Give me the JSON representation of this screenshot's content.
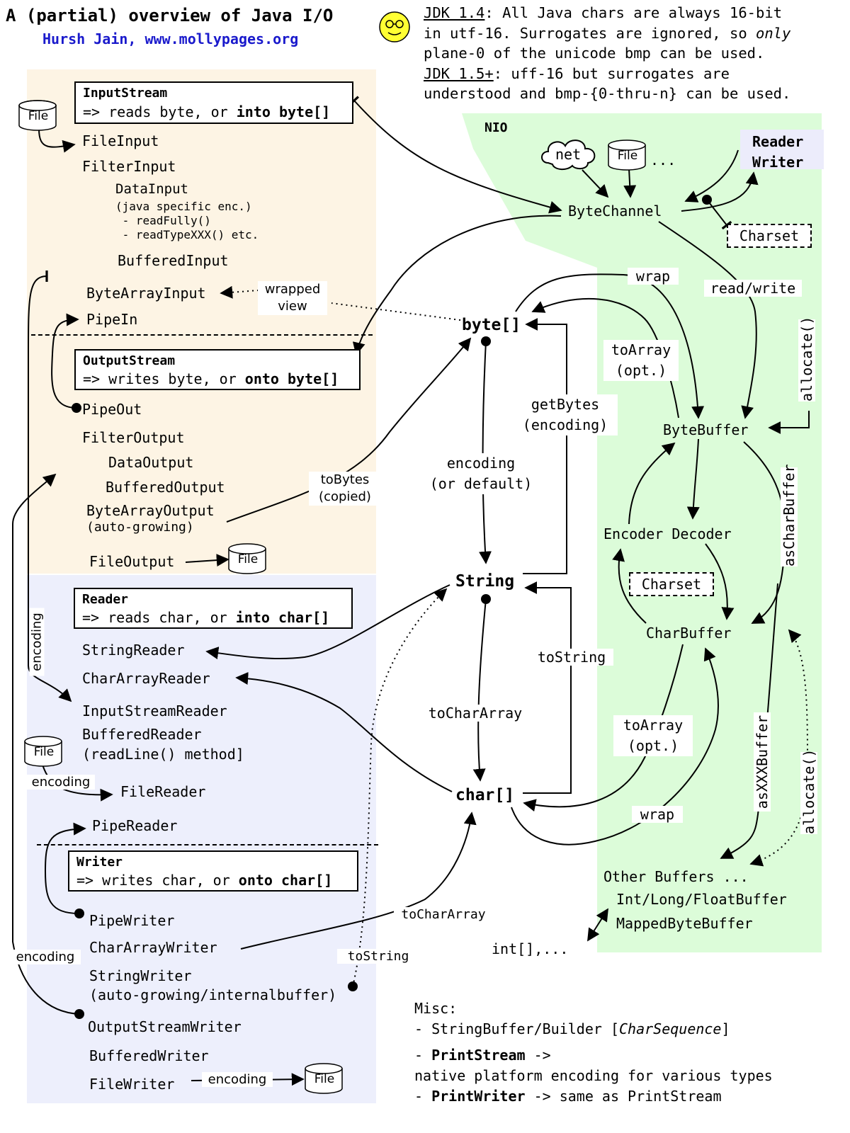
{
  "header": {
    "title": "A (partial) overview of Java I/O",
    "author": "Hursh Jain, www.mollypages.org",
    "note_jdk14_label": "JDK 1.4",
    "note_jdk14_a": ": All Java chars are always 16-bit",
    "note_jdk14_b": "in utf-16. Surrogates are ignored, so ",
    "note_jdk14_only": "only",
    "note_jdk14_c": "plane-0 of the unicode bmp can be used.",
    "note_jdk15_label": "JDK 1.5+",
    "note_jdk15_a": ": uff-16 but surrogates are",
    "note_jdk15_b": "understood and bmp-{0-thru-n} can be used."
  },
  "input_stream": {
    "box_title": "InputStream",
    "box_desc_a": "=> reads byte, or ",
    "box_desc_b": "into byte[]",
    "file_input": "FileInput",
    "filter_input": "FilterInput",
    "data_input": "DataInput",
    "data_input_note1": "(java specific enc.)",
    "data_input_note2": " - readFully()",
    "data_input_note3": " - readTypeXXX() etc.",
    "buffered_input": "BufferedInput",
    "byte_array_input": "ByteArrayInput",
    "wrapped_view": [
      "wrapped",
      "view"
    ],
    "pipe_in": "PipeIn"
  },
  "output_stream": {
    "box_title": "OutputStream",
    "box_desc_a": "=> writes byte, or ",
    "box_desc_b": "onto byte[]",
    "pipe_out": "PipeOut",
    "filter_output": "FilterOutput",
    "data_output": "DataOutput",
    "buffered_output": "BufferedOutput",
    "byte_array_output": "ByteArrayOutput",
    "byte_array_output_note": "(auto-growing)",
    "to_bytes": [
      "toBytes",
      "(copied)"
    ],
    "file_output": "FileOutput"
  },
  "reader": {
    "box_title": "Reader",
    "box_desc_a": "=> reads char, or ",
    "box_desc_b": "into char[]",
    "string_reader": "StringReader",
    "char_array_reader": "CharArrayReader",
    "input_stream_reader": "InputStreamReader",
    "buffered_reader": "BufferedReader",
    "buffered_reader_note": "(readLine() method]",
    "file_reader": "FileReader",
    "pipe_reader": "PipeReader",
    "encoding_vertical": "encoding",
    "encoding_file": "encoding"
  },
  "writer": {
    "box_title": "Writer",
    "box_desc_a": "=> writes char, or ",
    "box_desc_b": "onto char[]",
    "pipe_writer": "PipeWriter",
    "char_array_writer": "CharArrayWriter",
    "string_writer": "StringWriter",
    "string_writer_note": "(auto-growing/internalbuffer)",
    "output_stream_writer": "OutputStreamWriter",
    "buffered_writer": "BufferedWriter",
    "file_writer": "FileWriter",
    "encoding_left": "encoding",
    "encoding_file": "encoding"
  },
  "center": {
    "byte_array": "byte[]",
    "string": "String",
    "char_array": "char[]",
    "get_bytes": [
      "getBytes",
      "(encoding)"
    ],
    "encoding_default": [
      "encoding",
      "(or default)"
    ],
    "to_string": "toString",
    "to_char_array": "toCharArray",
    "to_char_array_writer": "toCharArray",
    "to_string_writer": "toString",
    "int_array": "int[],..."
  },
  "nio": {
    "title": "NIO",
    "net": "net",
    "dots": "...",
    "reader_writer": [
      "Reader",
      "Writer"
    ],
    "byte_channel": "ByteChannel",
    "charset_top": "Charset",
    "wrap_top": "wrap",
    "read_write": "read/write",
    "to_array_top": [
      "toArray",
      "(opt.)"
    ],
    "allocate_top": "allocate()",
    "byte_buffer": "ByteBuffer",
    "as_char_buffer": "asCharBuffer",
    "encoder_decoder": "Encoder Decoder",
    "charset_mid": "Charset",
    "char_buffer": "CharBuffer",
    "to_array_bottom": [
      "toArray",
      "(opt.)"
    ],
    "wrap_bottom": "wrap",
    "as_xxx_buffer": "asXXXBuffer",
    "allocate_bottom": "allocate()",
    "other_buffers": "Other Buffers ...",
    "int_long_float": "Int/Long/FloatBuffer",
    "mapped_byte_buffer": "MappedByteBuffer"
  },
  "files": {
    "label": "File"
  },
  "misc": {
    "title": "Misc:",
    "line1_a": "- StringBuffer/Builder [",
    "line1_b": "CharSequence",
    "line1_c": "]",
    "line2_a": "- ",
    "line2_b": "PrintStream",
    "line2_c": " ->",
    "line3": "native platform encoding for various types",
    "line4_a": "- ",
    "line4_b": "PrintWriter",
    "line4_c": " -> same as PrintStream"
  },
  "colors": {
    "stream_bg": "#fdf4e4",
    "reader_bg": "#edeffc",
    "nio_bg": "#dcfcd9",
    "reader_writer_bg": "#ececfb",
    "smiley": "#ffff33"
  }
}
